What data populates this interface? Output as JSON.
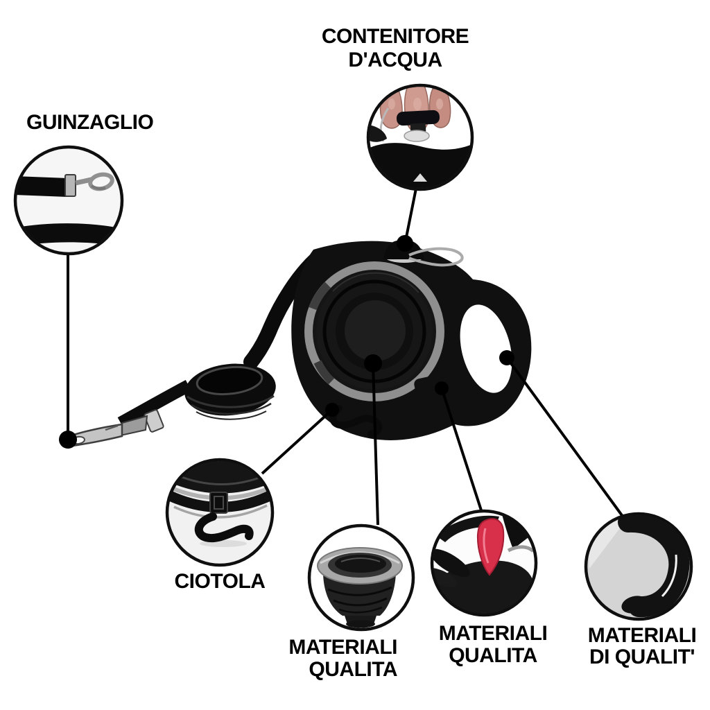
{
  "labels": {
    "water": {
      "line1": "CONTENITORE",
      "line2": "D'ACQUA"
    },
    "leash": {
      "text": "GUINZAGLIO"
    },
    "bowl": {
      "text": "CIOTOLA"
    },
    "materials_bowl": {
      "line1": "MATERIALI",
      "line2": "QUALITA"
    },
    "materials_clip": {
      "line1": "MATERIALI",
      "line2": "QUALITA"
    },
    "materials_handle": {
      "line1": "MATERIALI",
      "line2": "DI QUALIT'"
    }
  },
  "callouts": [
    {
      "id": "guinzaglio",
      "icon": "leash-clip-photo"
    },
    {
      "id": "contenitore-dacqua",
      "icon": "water-cap-press-photo"
    },
    {
      "id": "ciotola",
      "icon": "hook-detail-photo"
    },
    {
      "id": "materiali-qualita-bowl",
      "icon": "collapsible-bowl-photo"
    },
    {
      "id": "materiali-qualita-clip",
      "icon": "red-tab-detail-photo"
    },
    {
      "id": "materiali-di-qualita",
      "icon": "handle-grip-photo"
    }
  ],
  "colors": {
    "ink": "#000000",
    "product_black": "#101010",
    "accent_red": "#d82f4b",
    "metal_gray": "#b5b5b5",
    "skin_tone": "#c9938a",
    "background": "#ffffff"
  }
}
